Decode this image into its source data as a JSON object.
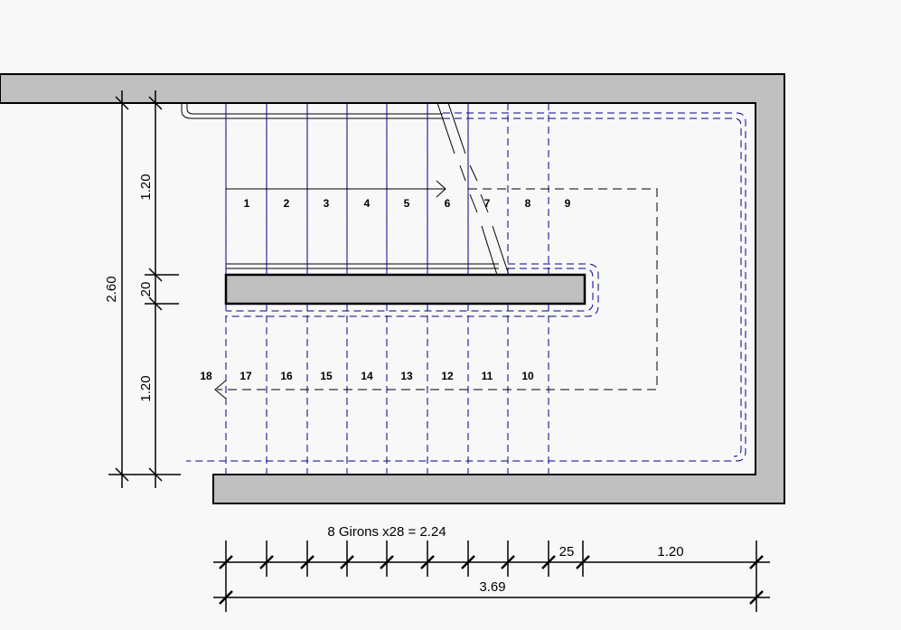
{
  "plan": {
    "steps_upper": [
      "1",
      "2",
      "3",
      "4",
      "5",
      "6",
      "7",
      "8",
      "9"
    ],
    "steps_lower": [
      "18",
      "17",
      "16",
      "15",
      "14",
      "13",
      "12",
      "11",
      "10"
    ],
    "colors": {
      "wall": "#c0c0c0",
      "line": "#000000",
      "hidden": "#00008b",
      "background": "#f8f8f8"
    }
  },
  "dimensions": {
    "total_height": "2.60",
    "flight_upper_width": "1.20",
    "center_wall": "20",
    "flight_lower_width": "1.20",
    "treads_note": "8 Girons x28 = 2.24",
    "gap": "25",
    "landing": "1.20",
    "total_length": "3.69"
  }
}
